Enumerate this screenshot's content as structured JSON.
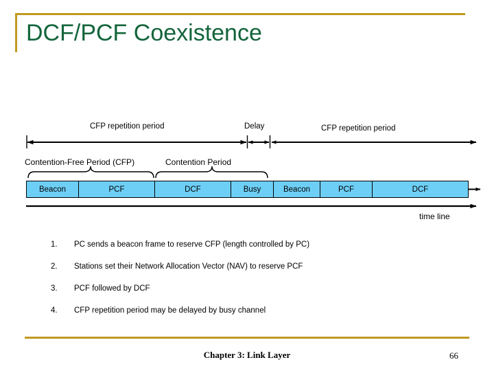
{
  "slide": {
    "title": "DCF/PCF Coexistence",
    "accent_color": "#bf9a21",
    "title_color": "#13653b",
    "frame_fill_color": "#6ecff6"
  },
  "diagram": {
    "top_labels": {
      "cfp_repetition_period_1": "CFP repetition period",
      "delay": "Delay",
      "cfp_repetition_period_2": "CFP repetition period"
    },
    "brace_labels": {
      "contention_free_period": "Contention-Free Period (CFP)",
      "contention_period": "Contention Period"
    },
    "timeline_label": "time line",
    "frames": [
      {
        "label": "Beacon",
        "width": 76
      },
      {
        "label": "PCF",
        "width": 111
      },
      {
        "label": "DCF",
        "width": 111
      },
      {
        "label": "Busy",
        "width": 62
      },
      {
        "label": "Beacon",
        "width": 68
      },
      {
        "label": "PCF",
        "width": 76
      },
      {
        "label": "DCF",
        "width": 141
      }
    ]
  },
  "bullets": [
    {
      "num": "1.",
      "text": "PC sends a beacon frame to reserve CFP (length controlled by PC)"
    },
    {
      "num": "2.",
      "text": "Stations set their Network Allocation Vector (NAV) to reserve PCF"
    },
    {
      "num": "3.",
      "text": "PCF followed by DCF"
    },
    {
      "num": "4.",
      "text": "CFP repetition period may be delayed by busy channel"
    }
  ],
  "footer": {
    "title": "Chapter 3: Link Layer",
    "page_number": "66"
  }
}
